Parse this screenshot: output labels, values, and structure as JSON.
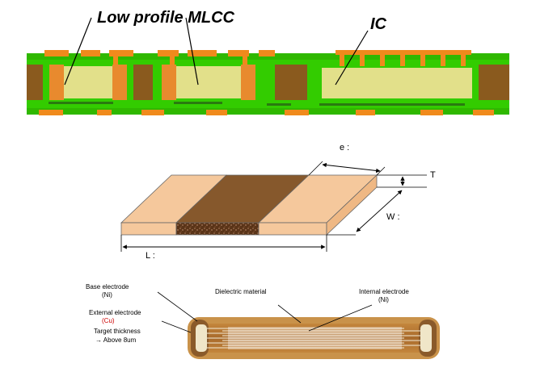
{
  "top_panel": {
    "label_mlcc": "Low profile MLCC",
    "label_ic": "IC"
  },
  "dimensions": {
    "e_label": "e :",
    "t_label": "T",
    "w_label": "W :",
    "l_label": "L :"
  },
  "cross_section": {
    "base_electrode_line1": "Base electrode",
    "base_electrode_line2": "(Ni)",
    "dielectric": "Dielectric material",
    "internal_electrode_line1": "Internal electrode",
    "internal_electrode_line2": "(Ni)",
    "external_electrode_line1": "External electrode",
    "external_electrode_line2": "(Cu)",
    "target_line1": "Target thickness",
    "target_line2": "→ Above 8um"
  },
  "colors": {
    "pcb_green": "#33cc00",
    "orange_trace": "#f08a1c",
    "component_yellow": "#e2e08a",
    "brown_core": "#8a5a1e",
    "chip_peach": "#f5c89c",
    "chip_brown": "#86582c",
    "copper_red": "#cc0000"
  }
}
